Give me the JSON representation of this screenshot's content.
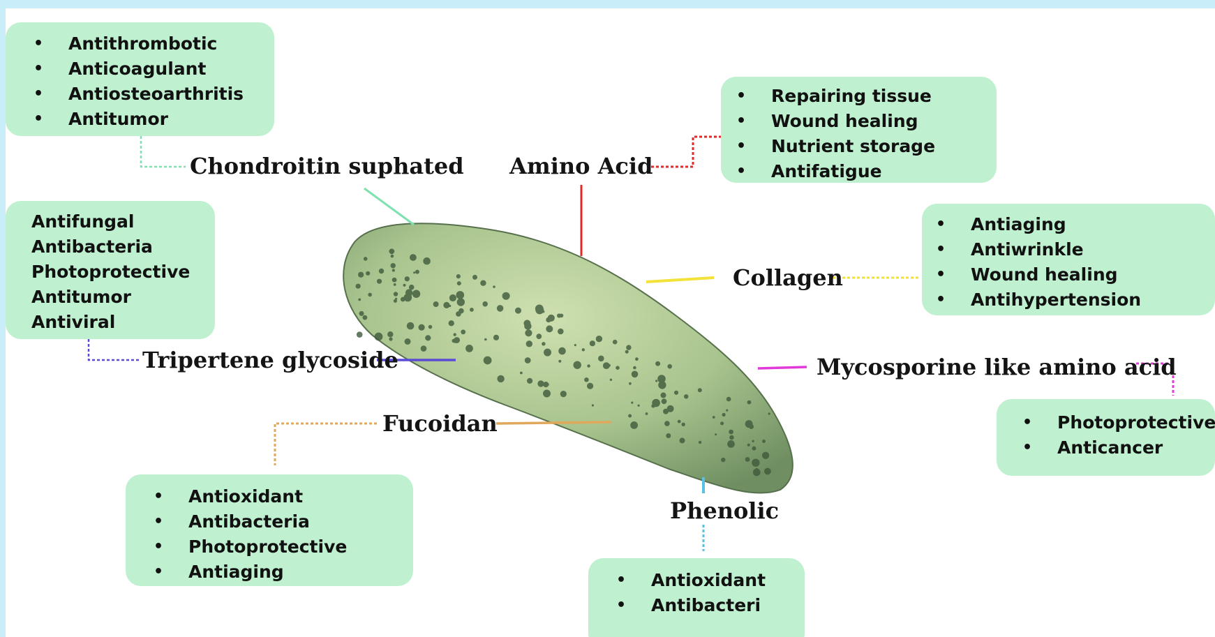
{
  "compounds": {
    "chondroitin": {
      "label": "Chondroitin suphated",
      "color": "#7fe0b0",
      "activities": [
        "Antithrombotic",
        "Anticoagulant",
        "Antiosteoarthritis",
        "Antitumor"
      ]
    },
    "amino_acid": {
      "label": "Amino Acid",
      "color": "#e02a2a",
      "activities": [
        "Repairing tissue",
        "Wound healing",
        "Nutrient storage",
        "Antifatigue"
      ]
    },
    "collagen": {
      "label": "Collagen",
      "color": "#f2e23a",
      "activities": [
        "Antiaging",
        "Antiwrinkle",
        "Wound healing",
        "Antihypertension"
      ]
    },
    "tripertene": {
      "label": "Tripertene glycoside",
      "color": "#5a4ad6",
      "activities": [
        "Antifungal",
        "Antibacteria",
        "Photoprotective",
        "Antitumor",
        "Antiviral"
      ]
    },
    "mycosporine": {
      "label": "Mycosporine like amino acid",
      "color": "#e23ad8",
      "activities": [
        "Photoprotective",
        "Anticancer"
      ]
    },
    "fucoidan": {
      "label": "Fucoidan",
      "color": "#e0a85a",
      "activities": [
        "Antioxidant",
        "Antibacteria",
        "Photoprotective",
        "Antiaging"
      ]
    },
    "phenolic": {
      "label": "Phenolic",
      "color": "#5ac0e0",
      "activities": [
        "Antioxidant",
        "Antibacteri"
      ]
    }
  }
}
